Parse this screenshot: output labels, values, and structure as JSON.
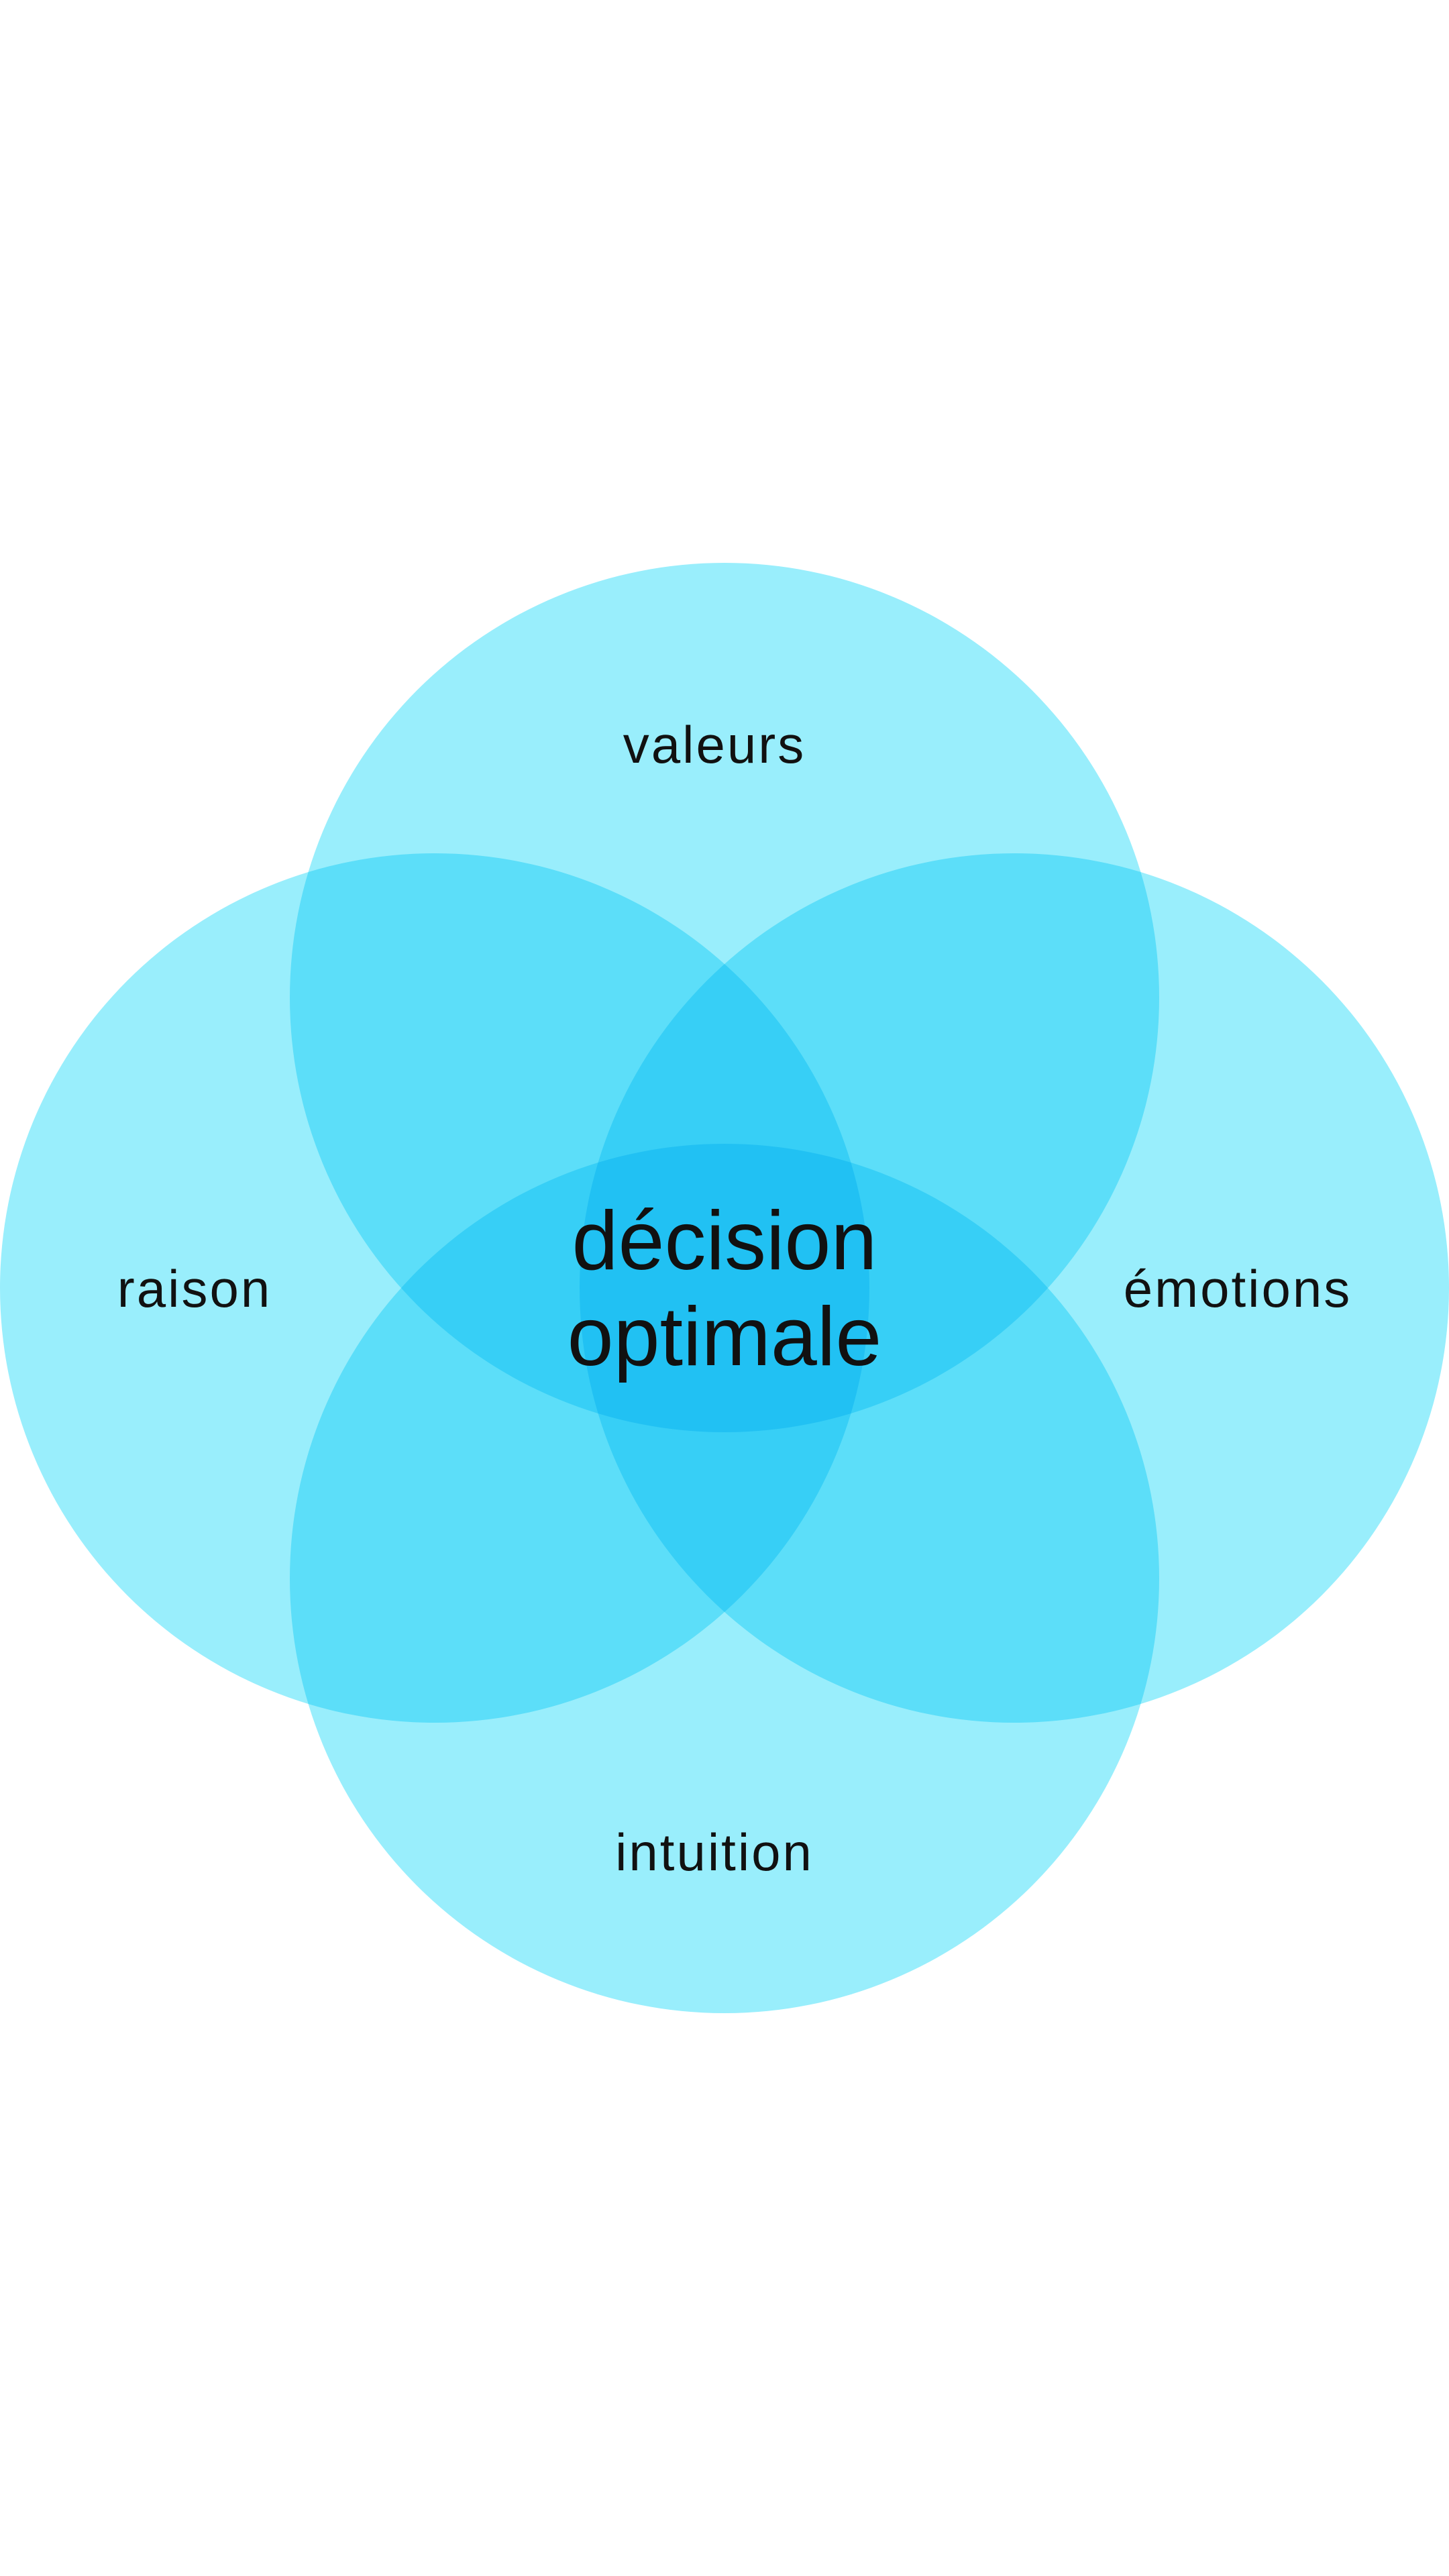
{
  "diagram": {
    "circles": [
      {
        "id": "valeurs",
        "label": "valeurs"
      },
      {
        "id": "raison",
        "label": "raison"
      },
      {
        "id": "emotions",
        "label": "émotions"
      },
      {
        "id": "intuition",
        "label": "intuition"
      }
    ],
    "center": {
      "line1": "décision",
      "line2": "optimale"
    },
    "colors": {
      "circle_fill": "#99eefc",
      "background": "#ffffff",
      "text": "#111111"
    }
  }
}
